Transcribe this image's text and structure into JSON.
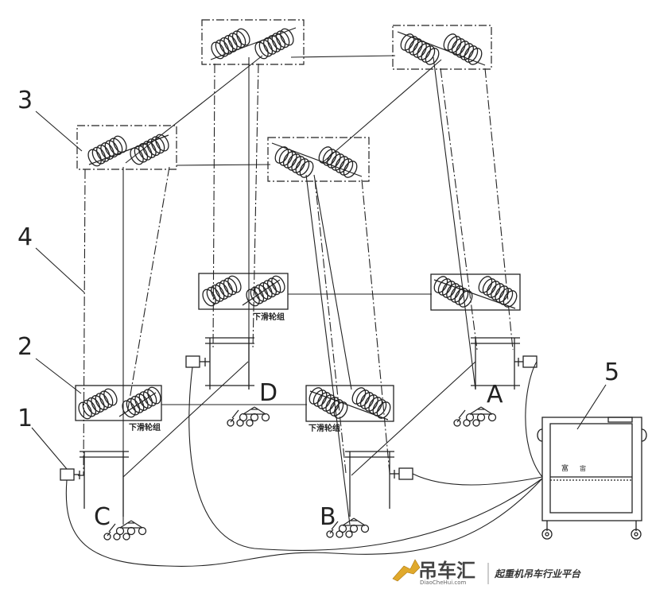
{
  "labels": {
    "n1": "1",
    "n2": "2",
    "n3": "3",
    "n4": "4",
    "n5": "5",
    "A": "A",
    "B": "B",
    "C": "C",
    "D": "D"
  },
  "pulley_label": "下滑轮组",
  "watermark": {
    "brand_cn": "吊车汇",
    "brand_en": "DiaoCheHui.com",
    "tagline": "起重机吊车行业平台"
  },
  "control_panel": {
    "mark_1": "富",
    "mark_2": "宙"
  }
}
